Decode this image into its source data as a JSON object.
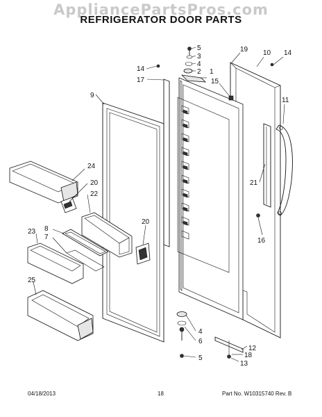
{
  "watermark": "AppliancePartsPros.com",
  "title": "REFRIGERATOR DOOR PARTS",
  "callouts": [
    "5",
    "3",
    "4",
    "2",
    "1",
    "19",
    "10",
    "14",
    "14",
    "17",
    "15",
    "9",
    "11",
    "24",
    "20",
    "22",
    "21",
    "8",
    "7",
    "23",
    "16",
    "20",
    "25",
    "4",
    "6",
    "5",
    "12",
    "18",
    "13"
  ],
  "footer": {
    "date": "04/18/2013",
    "page": "18",
    "part_number": "Part No.  W10315740  Rev. B"
  }
}
